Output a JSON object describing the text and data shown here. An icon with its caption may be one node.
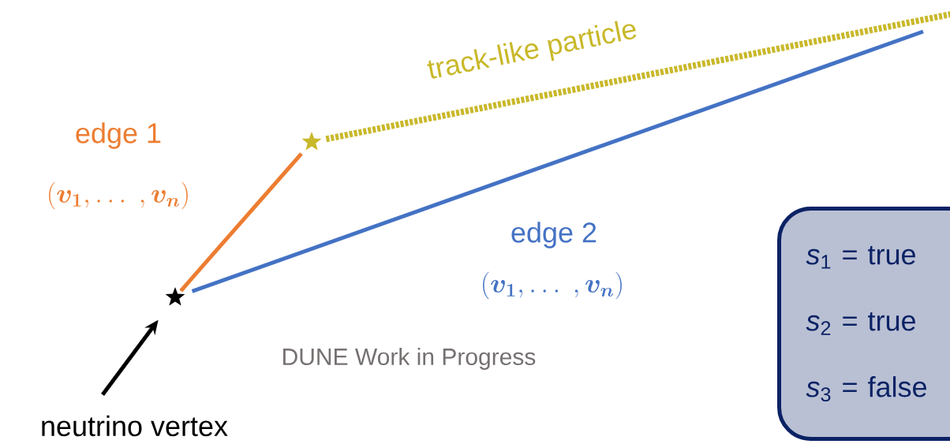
{
  "diagram": {
    "nodes": [
      {
        "text": [],
        "shape": "star"
      },
      {
        "text": [],
        "shape": "star"
      },
      {
        "text": [
          "neutrino vertex"
        ]
      },
      {
        "text": [
          "*s*$_{1}$ = true",
          "*s*$_{2}$ = true",
          "*s*$_{3}$ = false"
        ]
      }
    ],
    "edges": [
      {
        "from": 0,
        "to": 1,
        "arrow": "none",
        "label": "edge 1",
        "color": "#ed7d31"
      },
      {
        "from": 0,
        "to": null,
        "arrow": "none",
        "label": "edge 2",
        "color": "#4472c4"
      },
      {
        "from": 1,
        "to": null,
        "arrow": "none",
        "label": "track-like particle",
        "style": "dashed",
        "color": "#c9b82a"
      },
      {
        "from": 2,
        "to": 0,
        "arrow": "to",
        "color": "#000000"
      }
    ],
    "labels": [
      "(\\boldsymbol{v_1}, \\ldots\\ , \\boldsymbol{v_n})",
      "(\\boldsymbol{v_1}, \\ldots\\ , \\boldsymbol{v_n})",
      "DUNE Work in Progress"
    ]
  }
}
